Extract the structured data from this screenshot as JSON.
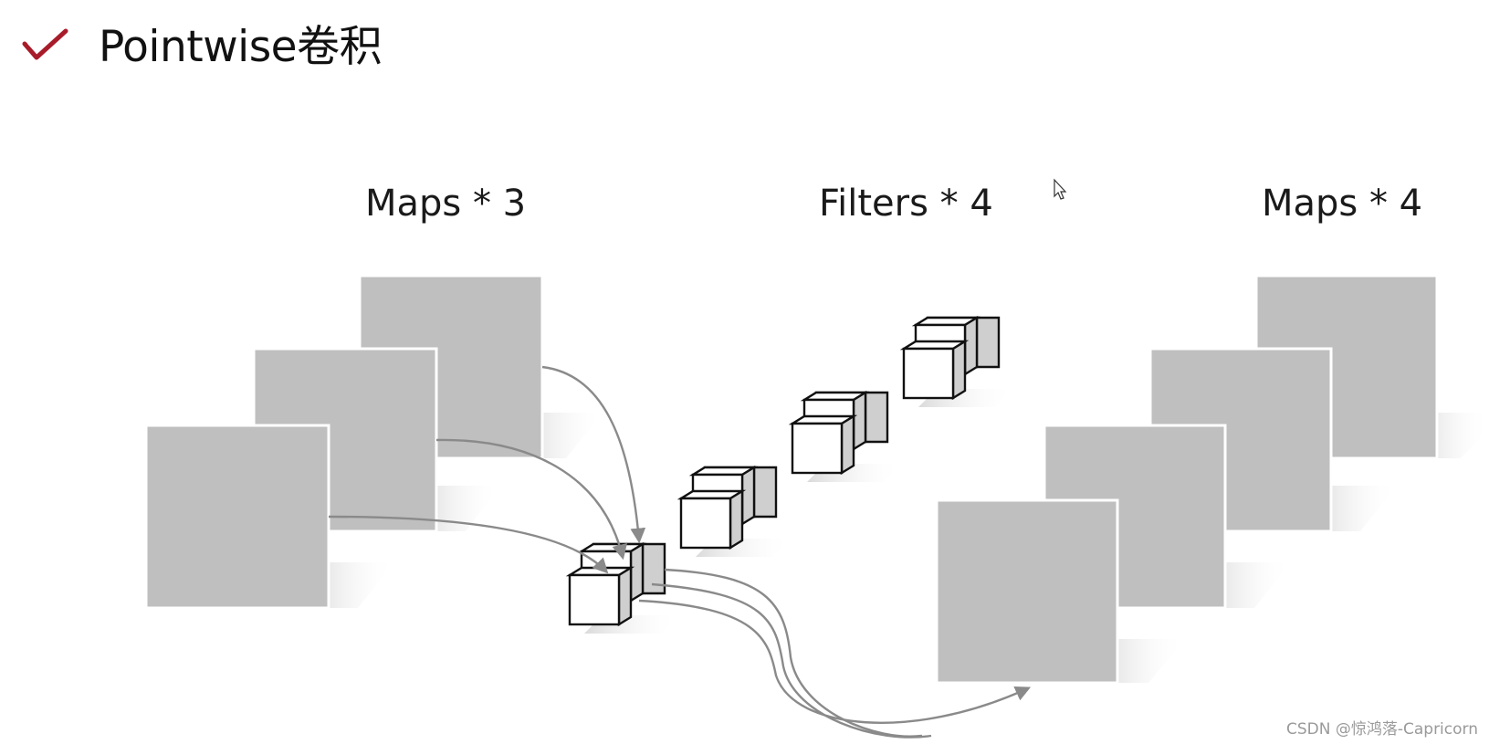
{
  "header": {
    "title": "Pointwise卷积",
    "icon": "check-icon"
  },
  "labels": {
    "input_maps": "Maps * 3",
    "filters": "Filters * 4",
    "output_maps": "Maps * 4"
  },
  "watermark": "CSDN @惊鸿落-Capricorn",
  "colors": {
    "accent": "#a81c2a",
    "map_fill": "#bfbfbf",
    "arrow": "#8a8a8a",
    "shadow": "#dcdcdc"
  }
}
